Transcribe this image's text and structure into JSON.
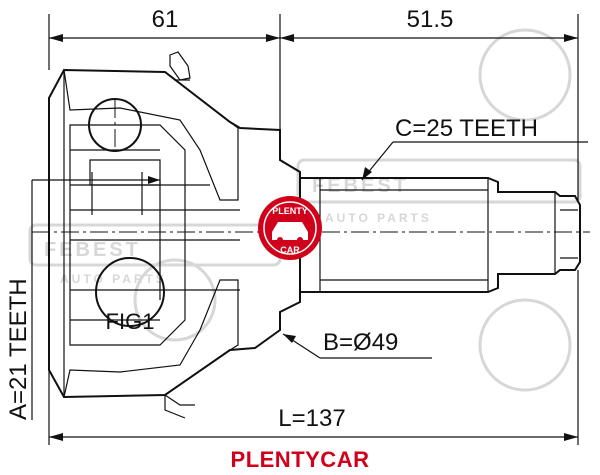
{
  "dimensions": {
    "top_left": "61",
    "top_right": "51.5",
    "c_teeth": "C=25 TEETH",
    "a_teeth": "A=21 TEETH",
    "b_diameter": "B=Ø49",
    "length": "L=137",
    "fig": "FIG1"
  },
  "watermark": {
    "badge_top": "PLENTY",
    "badge_bottom": "CAR",
    "logo": "FEBEST",
    "logo_sub": "AUTO PARTS"
  },
  "brand": {
    "label": "PLENTYCAR",
    "color": "#d0021b"
  },
  "colors": {
    "line": "#111111",
    "badge_red": "#d0021b",
    "watermark_gray": "#d7d7d7"
  }
}
